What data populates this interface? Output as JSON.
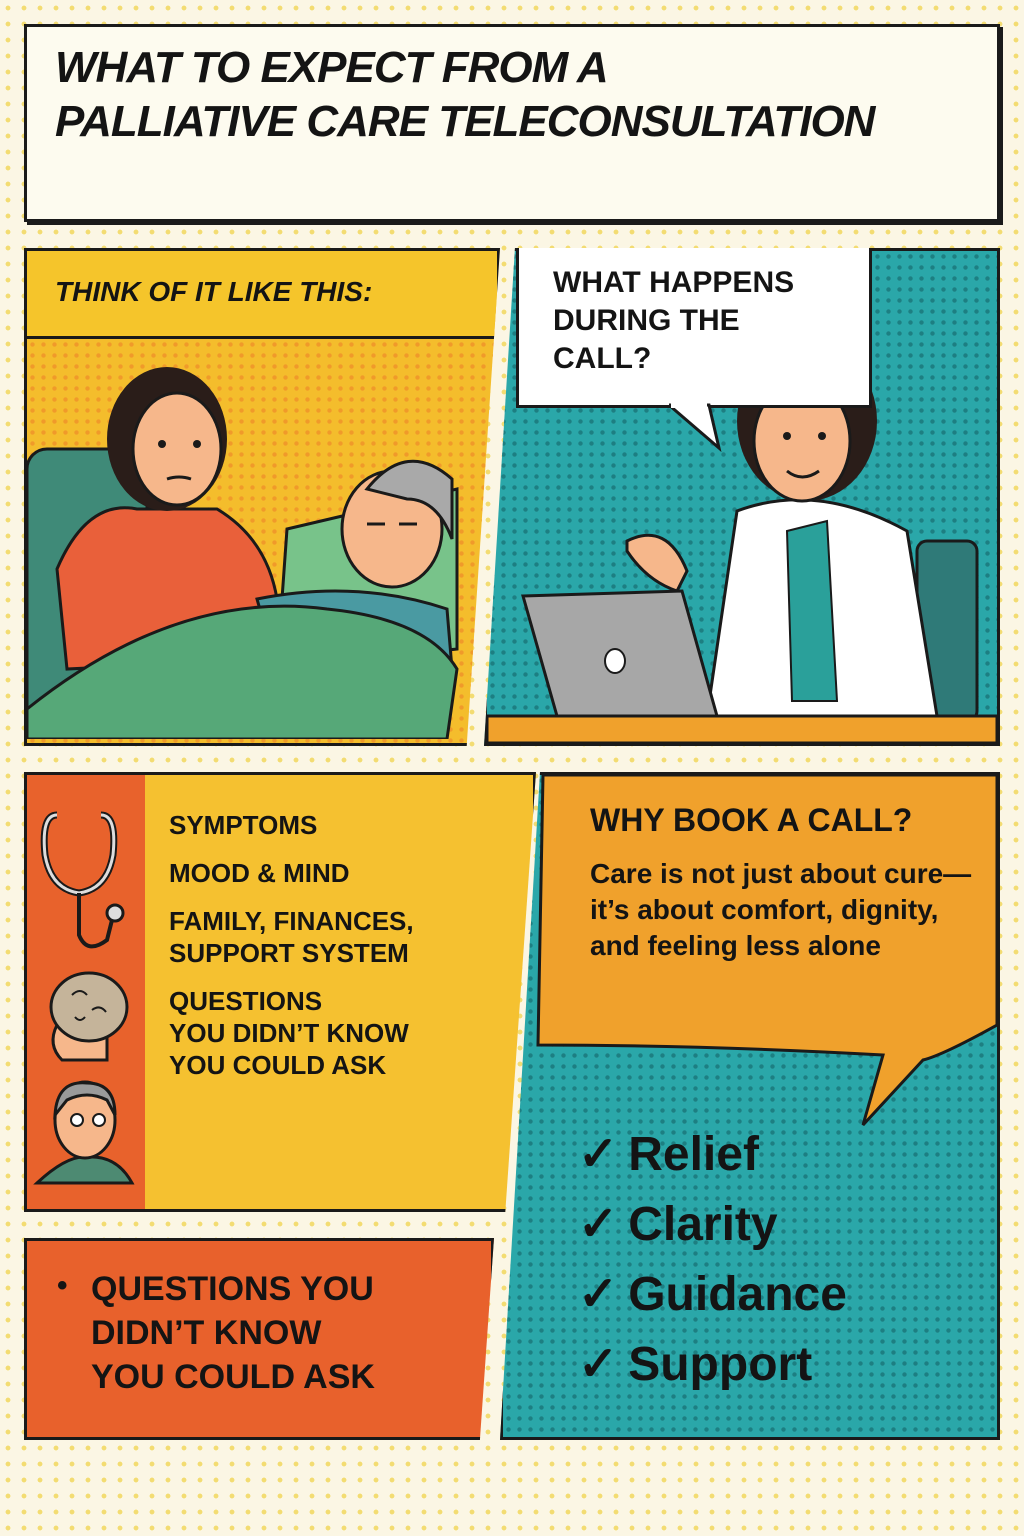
{
  "title": "WHAT TO EXPECT FROM A\nPALLIATIVE CARE TELECONSULTATION",
  "title_line1": "WHAT TO EXPECT FROM A",
  "title_line2": "PALLIATIVE CARE TELECONSULTATION",
  "panel_think": {
    "heading": "THINK OF IT LIKE THIS:"
  },
  "panel_call": {
    "bubble": "WHAT HAPPENS\nDURING THE\nCALL?"
  },
  "topics": {
    "icons": [
      "stethoscope-icon",
      "brain-head-icon",
      "elderly-man-icon"
    ],
    "items": [
      "SYMPTOMS",
      "MOOD & MIND",
      "FAMILY, FINANCES,\nSUPPORT SYSTEM",
      "QUESTIONS\nYOU DIDN’T KNOW\nYOU COULD ASK"
    ]
  },
  "questions_panel": {
    "bullet": "•",
    "text": "QUESTIONS YOU\nDIDN’T KNOW\nYOU COULD ASK"
  },
  "why": {
    "title": "WHY BOOK A CALL?",
    "body": "Care is not just about cure—it’s about comfort, dignity, and feeling less alone",
    "checklist": [
      "Relief",
      "Clarity",
      "Guidance",
      "Support"
    ]
  },
  "colors": {
    "background": "#fbf6e4",
    "yellow": "#f5c130",
    "orange": "#e8612c",
    "amber": "#f0a12c",
    "teal": "#2aa7a9",
    "ink": "#141414"
  }
}
